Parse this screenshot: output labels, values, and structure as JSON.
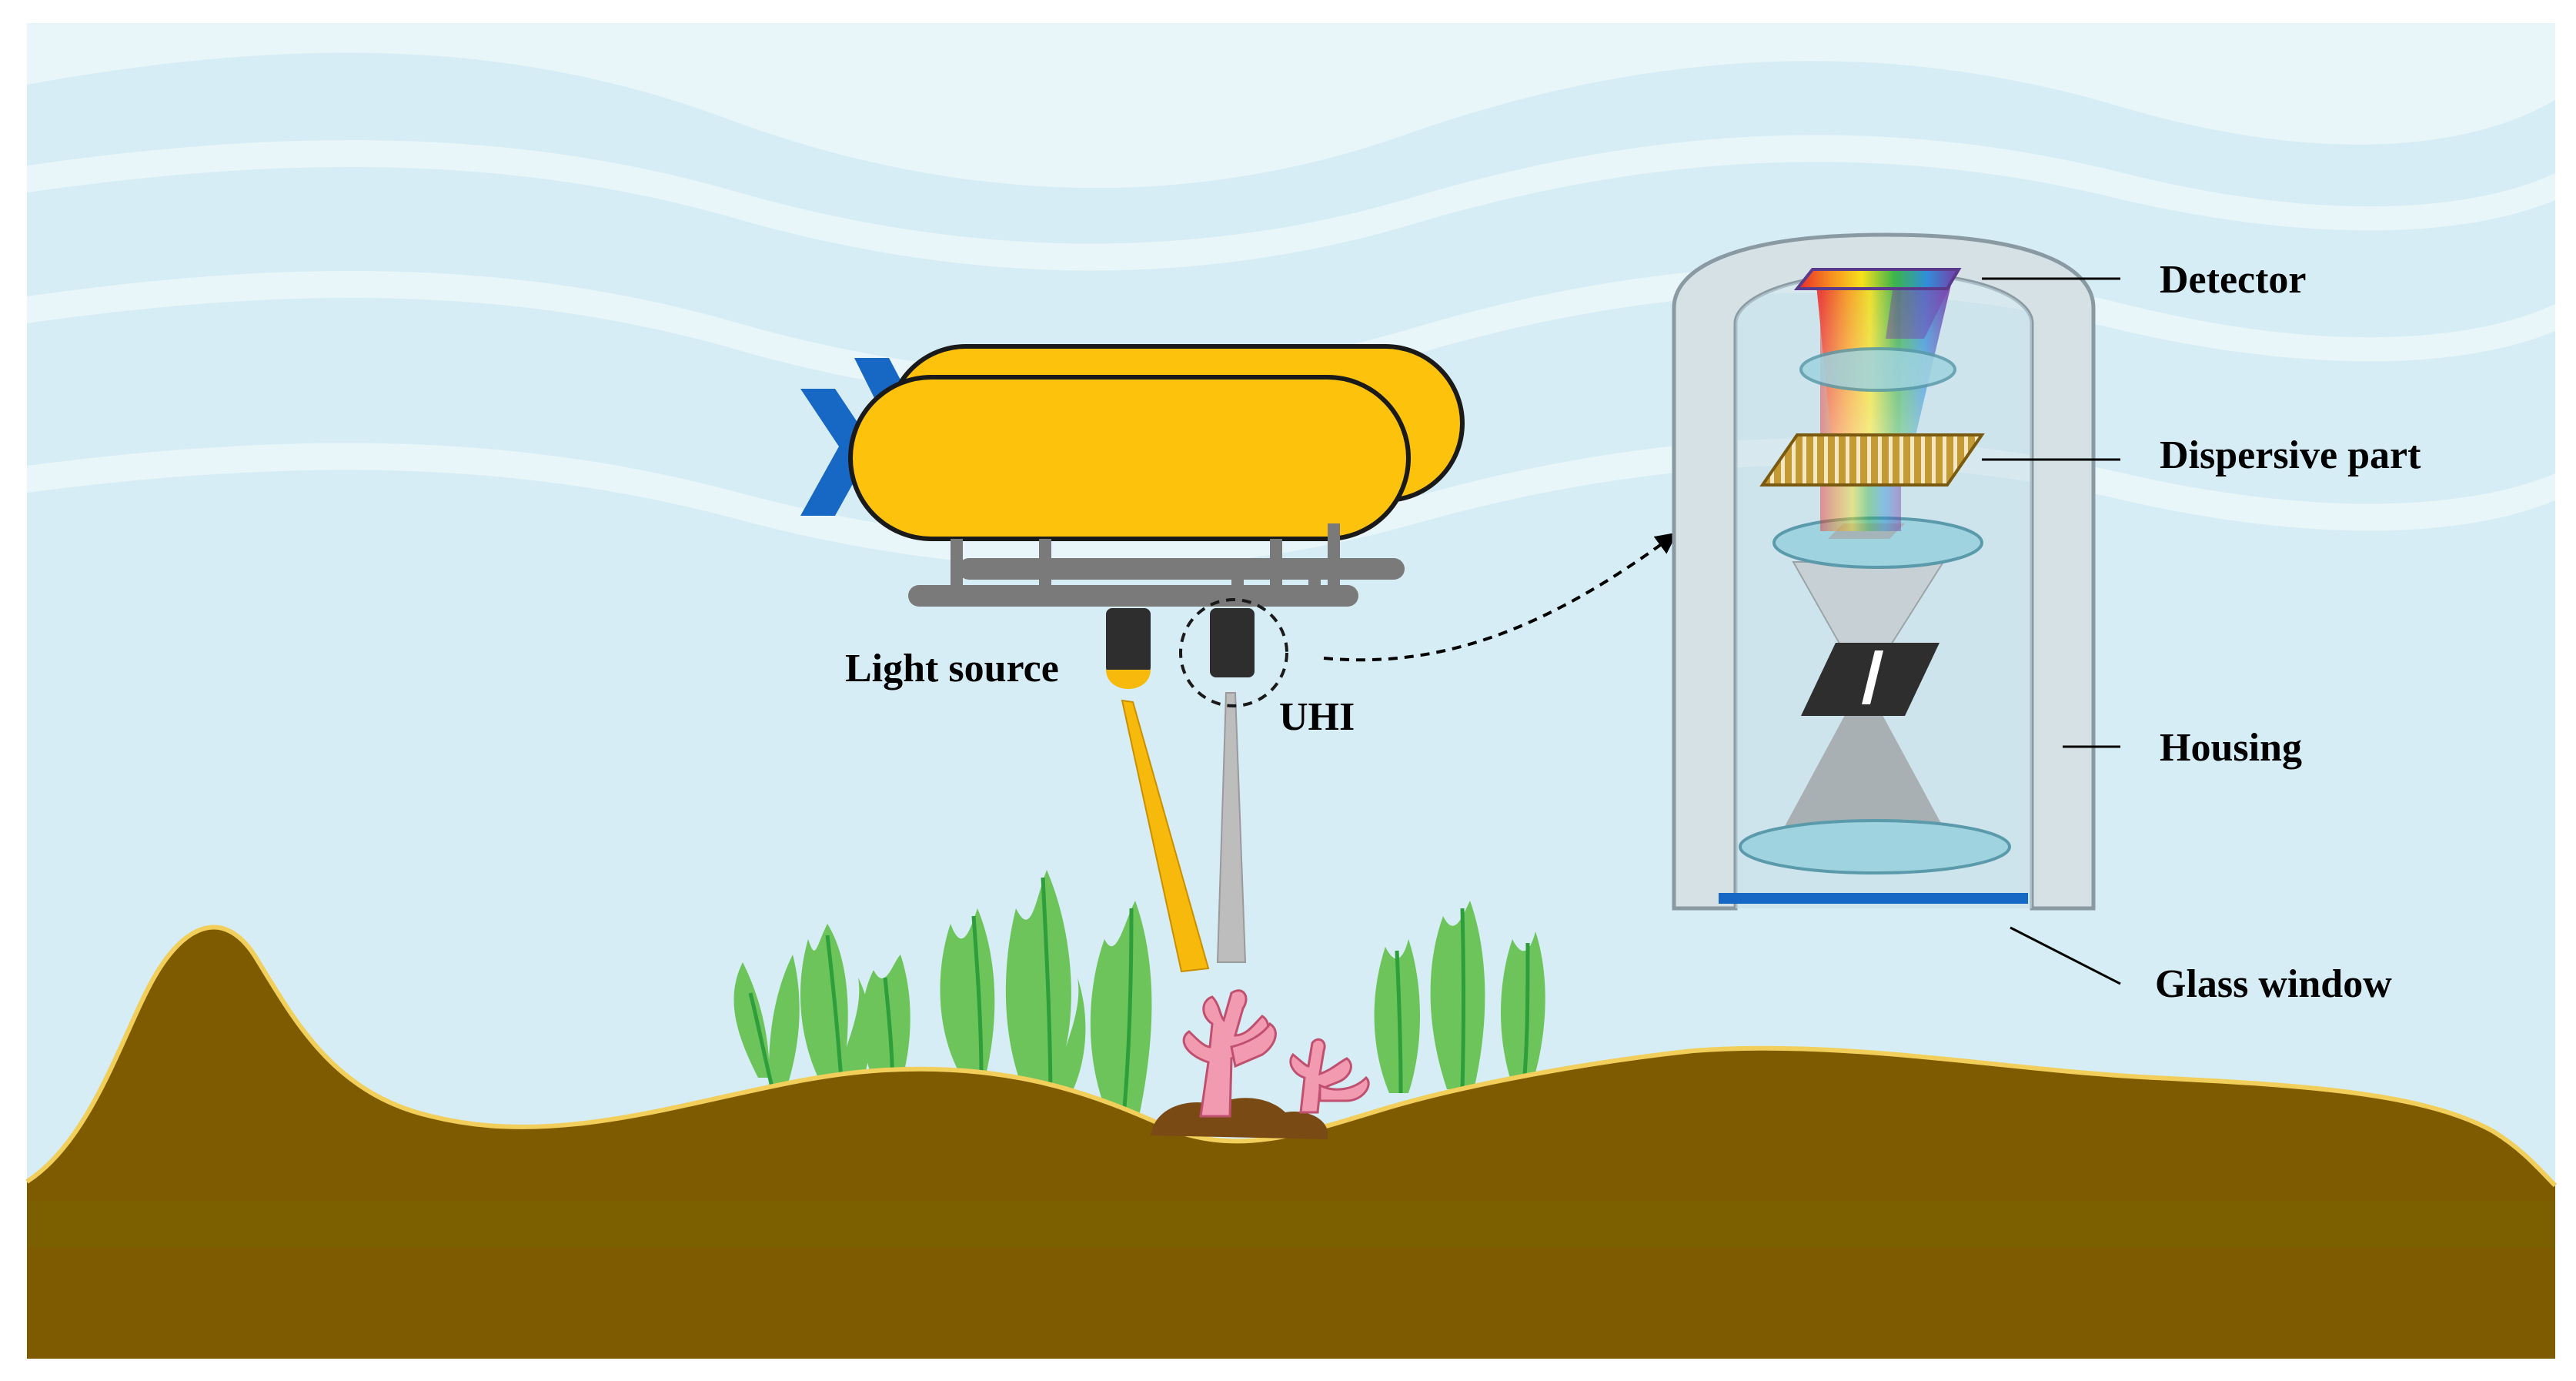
{
  "labels": {
    "light_source": "Light source",
    "uhi": "UHI",
    "detector": "Detector",
    "dispersive_part": "Dispersive part",
    "housing": "Housing",
    "glass_window": "Glass window"
  },
  "colors": {
    "water": "#d6edf5",
    "water_wave": "#e8f5f9",
    "seabed": "#7f5b00",
    "seabed_outline": "#f2cf5a",
    "vehicle_body": "#fdc20c",
    "vehicle_frame": "#7a7a7a",
    "vehicle_arrow": "#1768c4",
    "light_beam": "#f7b90c",
    "uhi_beam": "#bdbdbd",
    "seaweed": "#6cc45a",
    "seaweed_vein": "#2e9e3c",
    "coral": "#f29ab0",
    "rock": "#7a4a14",
    "housing": "#d6e1e6",
    "lens": "#9fd3df",
    "glass_window": "#1768c4",
    "slit": "#333333",
    "grating": "#b0882a"
  }
}
